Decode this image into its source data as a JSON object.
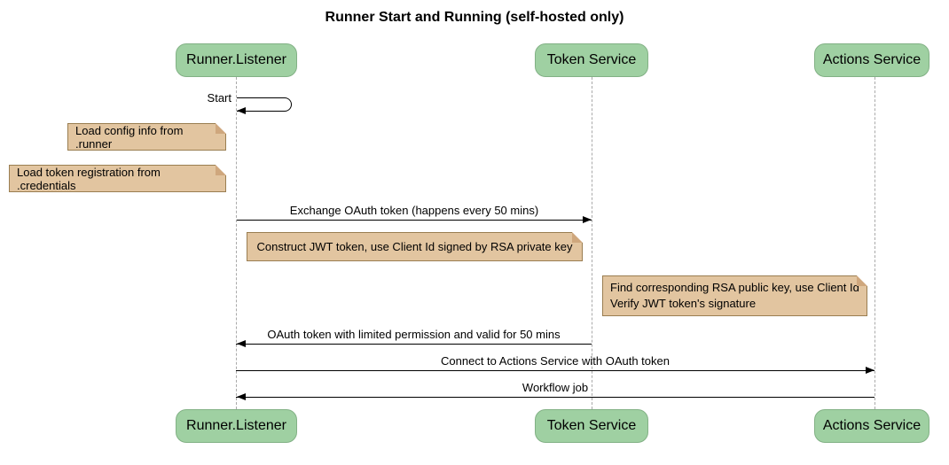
{
  "title": "Runner Start and Running (self-hosted only)",
  "participants": [
    {
      "id": "runner-listener",
      "label": "Runner.Listener"
    },
    {
      "id": "token-service",
      "label": "Token Service"
    },
    {
      "id": "actions-service",
      "label": "Actions Service"
    }
  ],
  "messages": [
    {
      "label": "Start",
      "from": "Runner.Listener",
      "to": "Runner.Listener",
      "type": "self"
    },
    {
      "label": "Exchange OAuth token (happens every 50 mins)",
      "from": "Runner.Listener",
      "to": "Token Service",
      "type": "solid"
    },
    {
      "label": "OAuth token with limited permission and valid for 50 mins",
      "from": "Token Service",
      "to": "Runner.Listener",
      "type": "solid"
    },
    {
      "label": "Connect to Actions Service with OAuth token",
      "from": "Runner.Listener",
      "to": "Actions Service",
      "type": "solid"
    },
    {
      "label": "Workflow job",
      "from": "Actions Service",
      "to": "Runner.Listener",
      "type": "solid"
    }
  ],
  "notes": [
    {
      "text": "Load config info from .runner",
      "position": "left of Runner.Listener"
    },
    {
      "text": "Load token registration from .credentials",
      "position": "left of Runner.Listener"
    },
    {
      "text": "Construct JWT token, use Client Id signed by RSA private key",
      "position": "right of Runner.Listener"
    },
    {
      "lines": [
        "Find corresponding RSA public key, use Client Id",
        "Verify JWT token's signature"
      ],
      "position": "left of Actions Service"
    }
  ],
  "colors": {
    "participant_fill": "#9fd0a2",
    "participant_border": "#82b185",
    "note_fill": "#e2c5a0",
    "note_border": "#9a7e51",
    "note_fold": "#cfa77d",
    "lifeline": "#a9a9a9",
    "arrow": "#000000",
    "background": "#ffffff",
    "text": "#000000"
  }
}
